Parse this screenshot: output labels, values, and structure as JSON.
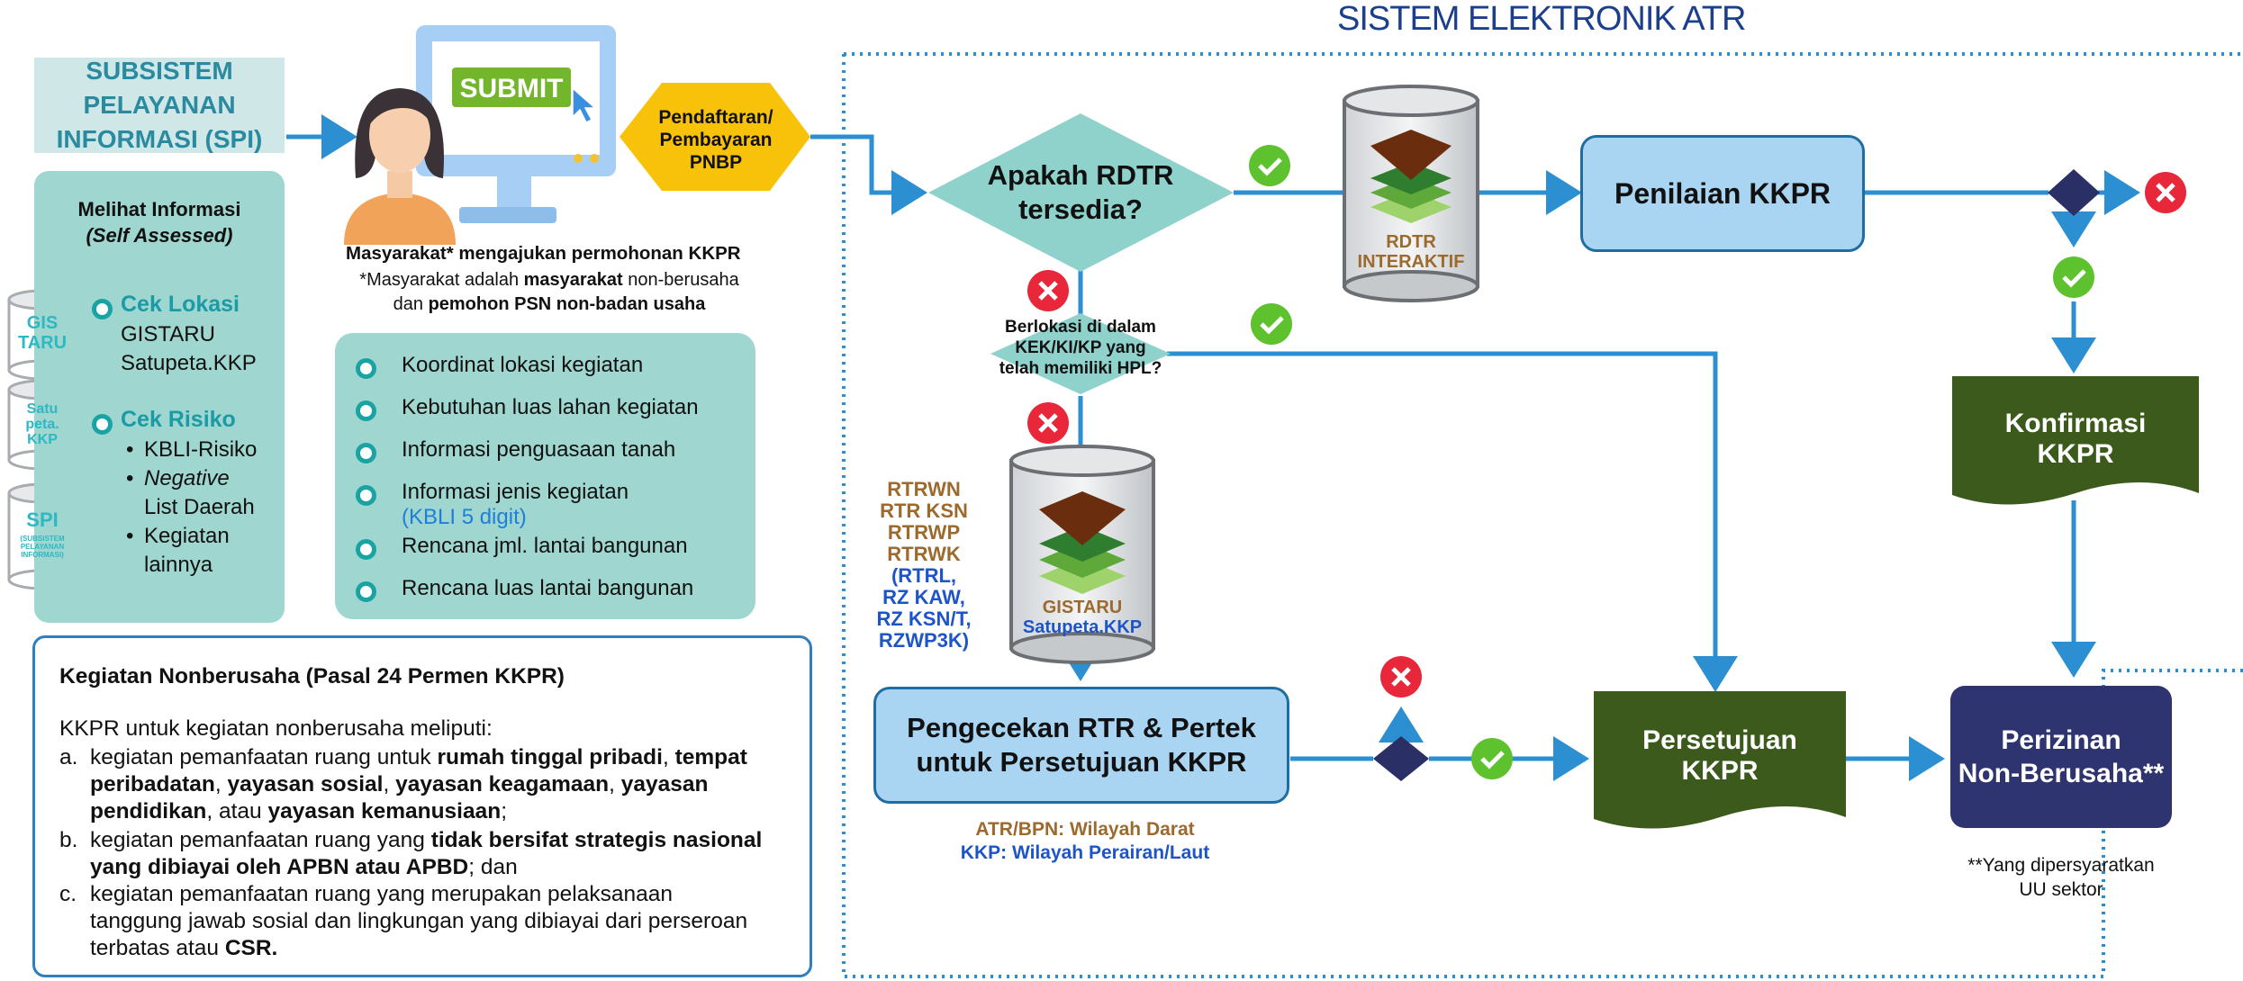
{
  "title": "SISTEM ELEKTRONIK ATR",
  "spi": {
    "line1": "SUBSISTEM PELAYANAN",
    "line2": "INFORMASI (SPI)"
  },
  "info": {
    "title": "Melihat Informasi",
    "subtitle": "(Self Assessed)",
    "cek_lokasi": {
      "label": "Cek Lokasi",
      "items": [
        "GISTARU",
        "Satupeta.KKP"
      ]
    },
    "cek_risiko": {
      "label": "Cek Risiko",
      "items": [
        "KBLI-Risiko",
        "Negative",
        "List Daerah",
        "Kegiatan",
        "lainnya"
      ]
    }
  },
  "databases": {
    "gistaru_small": [
      "GIS",
      "TARU"
    ],
    "satupeta_small": [
      "Satu",
      "peta.",
      "KKP"
    ],
    "spi_small": {
      "title": "SPI",
      "caption": [
        "(SUBSISTEM",
        "PELAYANAN",
        "INFORMASI)"
      ]
    },
    "rdtr": [
      "RDTR",
      "INTERAKTIF"
    ],
    "gistaru": [
      "GISTARU",
      "Satupeta.KKP"
    ]
  },
  "submit_label": "SUBMIT",
  "pendaftaran": [
    "Pendaftaran/",
    "Pembayaran",
    "PNBP"
  ],
  "masyarakat": {
    "main": "Masyarakat* mengajukan permohonan KKPR",
    "note1_a": "*Masyarakat adalah ",
    "note1_b": "masyarakat",
    "note1_c": " non-berusaha",
    "note2_a": "dan ",
    "note2_b": "pemohon PSN non-badan usaha"
  },
  "kegiatan_list": [
    "Koordinat lokasi kegiatan",
    "Kebutuhan luas lahan kegiatan",
    "Informasi penguasaan tanah",
    "Informasi jenis kegiatan",
    "Rencana jml. lantai bangunan",
    "Rencana luas lantai bangunan"
  ],
  "kbli_note": "(KBLI 5 digit)",
  "decision_rdtr": [
    "Apakah RDTR",
    "tersedia?"
  ],
  "decision_kek": [
    "Berlokasi di dalam",
    "KEK/KI/KP yang",
    "telah memiliki HPL?"
  ],
  "rtrw_list": [
    "RTRWN",
    "RTR KSN",
    "RTRWP",
    "RTRWK"
  ],
  "rtrl_list": [
    "(RTRL,",
    "RZ KAW,",
    "RZ KSN/T,",
    "RZWP3K)"
  ],
  "penilaian": "Penilaian KKPR",
  "konfirmasi": [
    "Konfirmasi",
    "KKPR"
  ],
  "pengecekan": [
    "Pengecekan RTR & Pertek",
    "untuk Persetujuan KKPR"
  ],
  "wilayah": {
    "darat": "ATR/BPN: Wilayah Darat",
    "laut": "KKP: Wilayah Perairan/Laut"
  },
  "persetujuan": [
    "Persetujuan",
    "KKPR"
  ],
  "perizinan": [
    "Perizinan",
    "Non-Berusaha**"
  ],
  "perizinan_note": [
    "**Yang dipersyaratkan",
    "UU sektor"
  ],
  "nonberusaha": {
    "heading": "Kegiatan Nonberusaha (Pasal 24 Permen KKPR)",
    "intro": "KKPR untuk kegiatan nonberusaha meliputi:",
    "a_marker": "a.",
    "a1_pre": "kegiatan pemanfaatan ruang untuk ",
    "a1_b1": "rumah tinggal pribadi",
    "a1_sep": ", ",
    "a1_b2": "tempat",
    "a2_b1": "peribadatan",
    "a2_sep1": ", ",
    "a2_b2": "yayasan sosial",
    "a2_sep2": ", ",
    "a2_b3": "yayasan keagamaan",
    "a2_sep3": ", ",
    "a2_b4": "yayasan",
    "a3_b1": "pendidikan",
    "a3_mid": ", atau ",
    "a3_b2": "yayasan kemanusiaan",
    "a3_end": ";",
    "b_marker": "b.",
    "b1_pre": "kegiatan pemanfaatan ruang yang ",
    "b1_b": "tidak bersifat strategis nasional",
    "b2_b": "yang dibiayai oleh APBN atau APBD",
    "b2_end": "; dan",
    "c_marker": "c.",
    "c1": "kegiatan pemanfaatan ruang yang merupakan pelaksanaan",
    "c2": "tanggung jawab sosial dan lingkungan yang dibiayai dari perseroan",
    "c3_pre": "terbatas atau ",
    "c3_b": "CSR."
  },
  "colors": {
    "arrow": "#2b8fd1",
    "teal": "#9fd6cf",
    "green_box": "#3c5a1b",
    "navy": "#2e3470",
    "yes_green": "#5ec22e",
    "no_red": "#e8283a"
  }
}
